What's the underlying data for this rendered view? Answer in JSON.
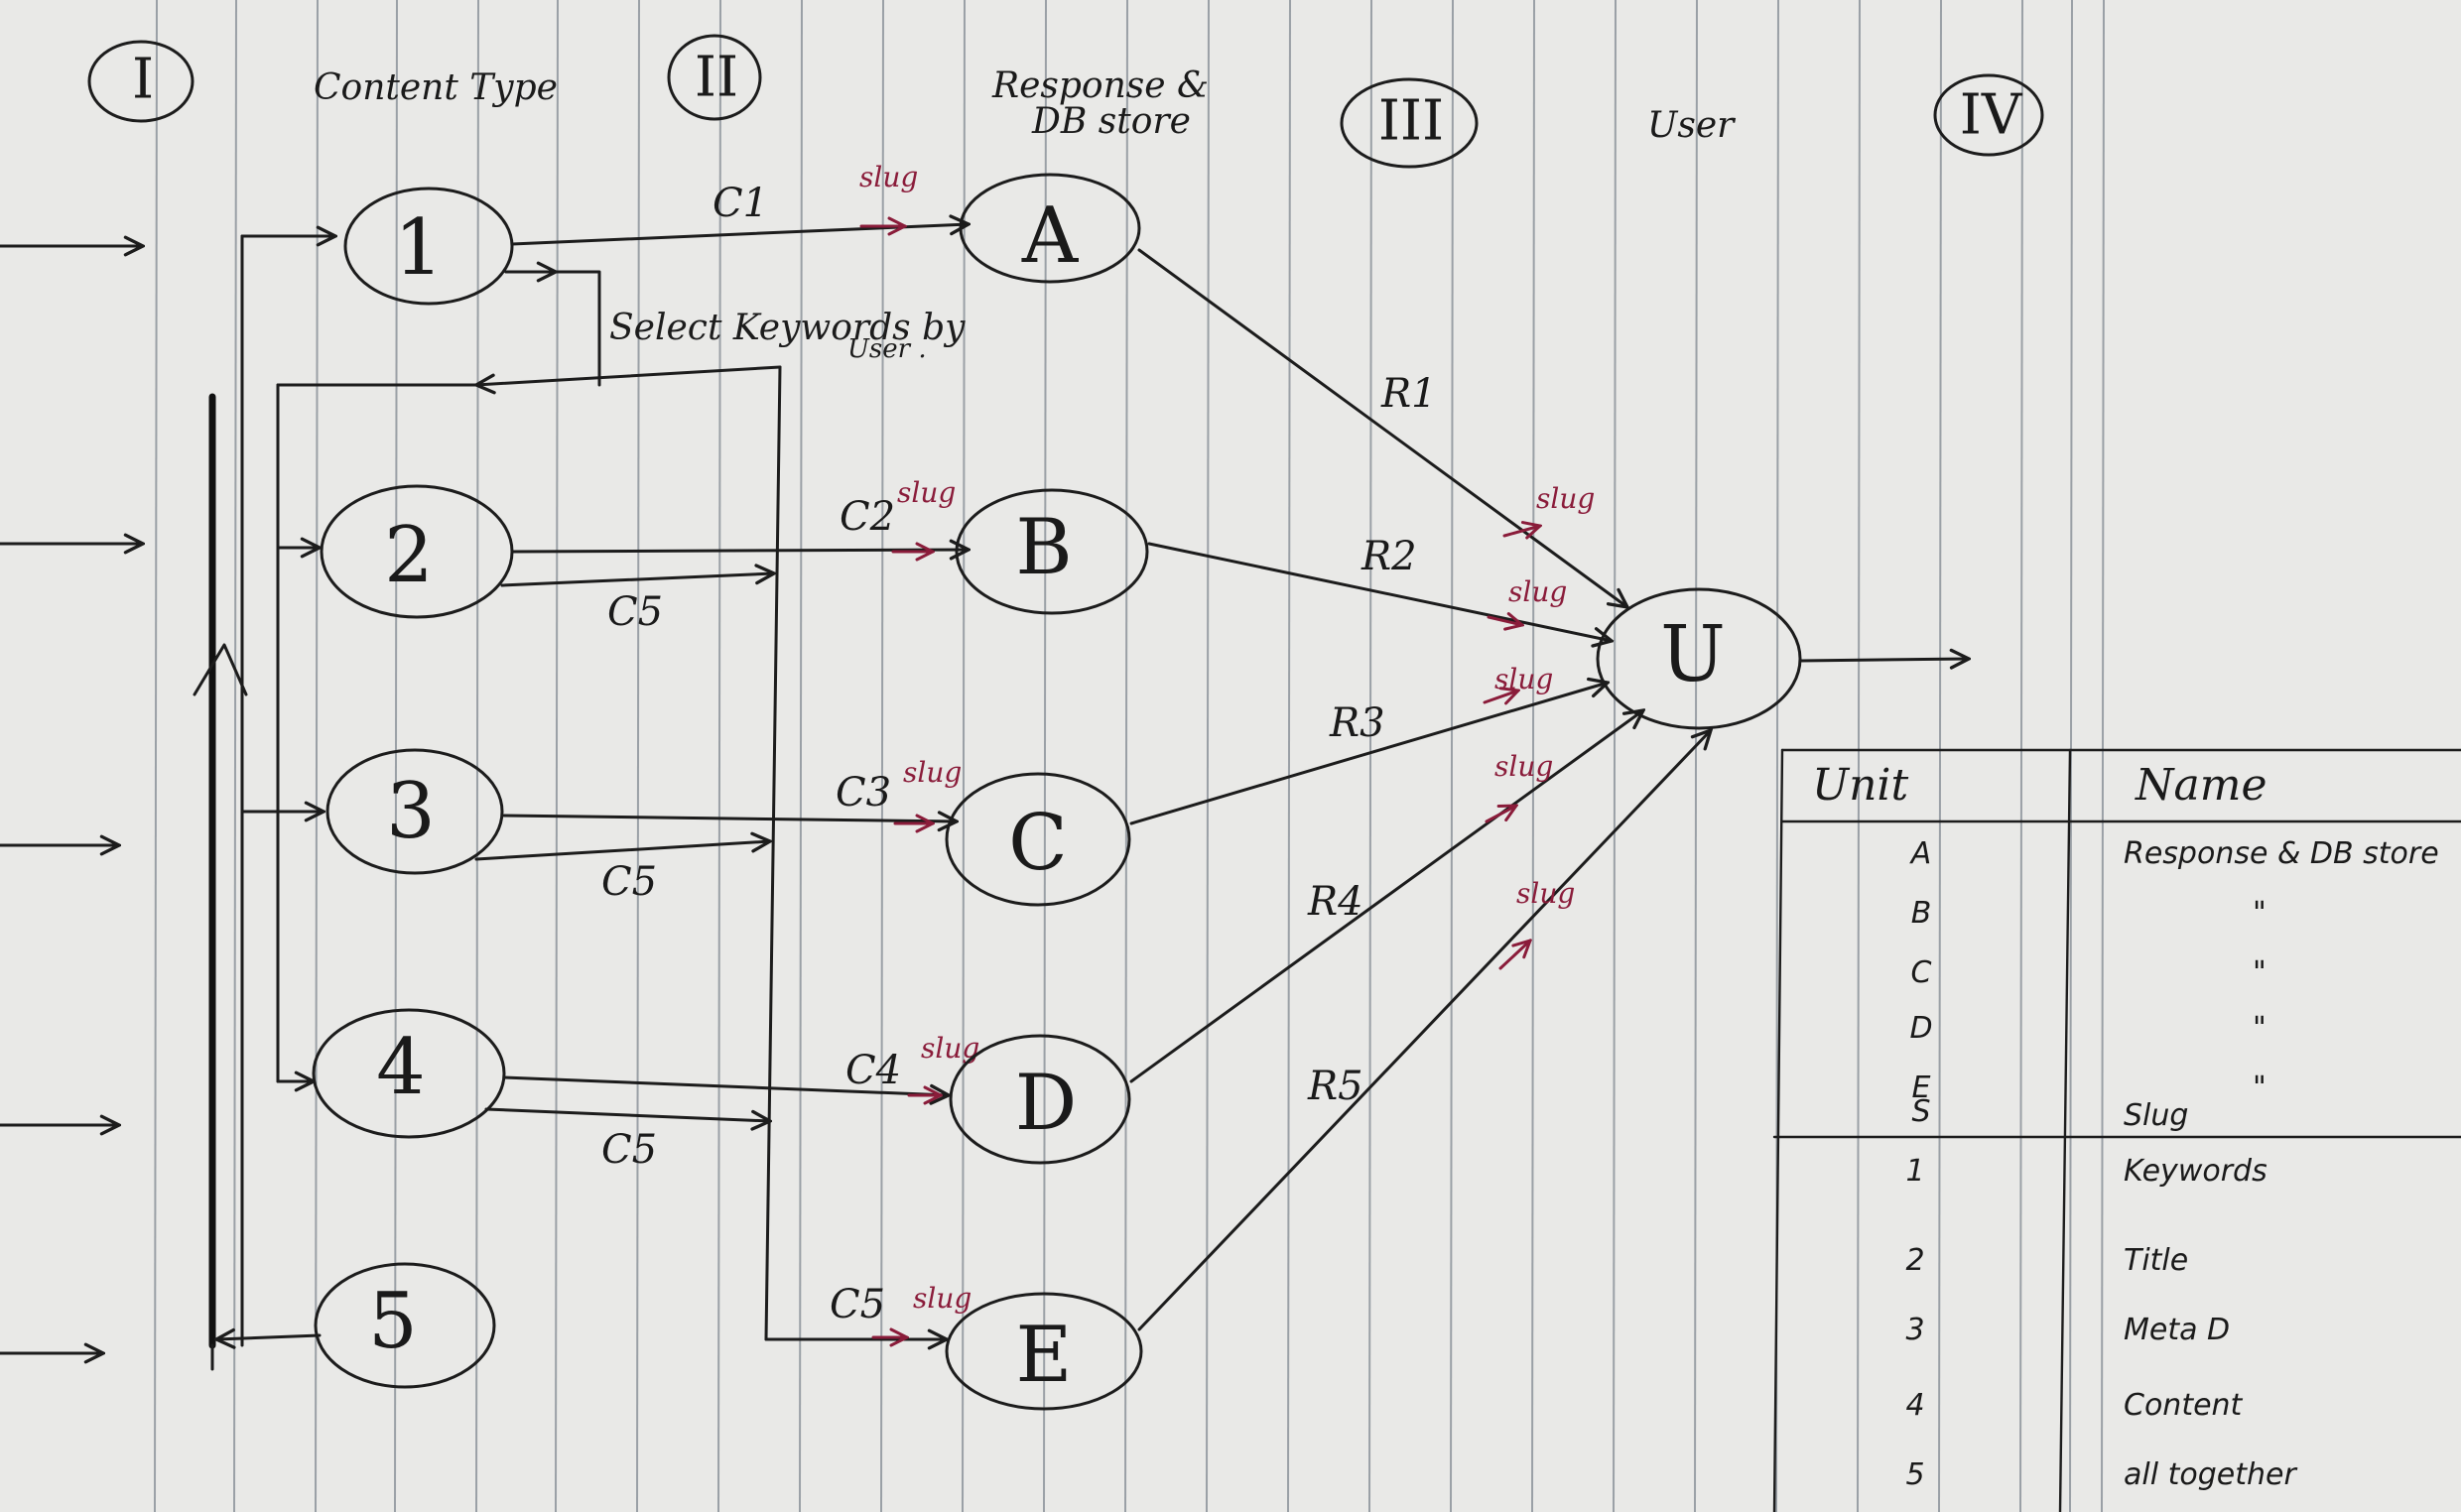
{
  "sections": [
    {
      "id": "section-1",
      "roman": "I",
      "header": "Content Type"
    },
    {
      "id": "section-2",
      "roman": "II",
      "header": "Response & DB store"
    },
    {
      "id": "section-3",
      "roman": "III",
      "header": "User"
    },
    {
      "id": "section-4",
      "roman": "IV",
      "header": ""
    }
  ],
  "header_lines": {
    "content_type": "Content Type",
    "response_line1": "Response &",
    "response_line2": "DB store",
    "user": "User"
  },
  "content_nodes": [
    "1",
    "2",
    "3",
    "4",
    "5"
  ],
  "response_nodes": [
    "A",
    "B",
    "C",
    "D",
    "E"
  ],
  "user_node": "U",
  "edge_labels": {
    "c": [
      "C1",
      "C2",
      "C3",
      "C4",
      "C5"
    ],
    "c5_branches": [
      "C5",
      "C5",
      "C5"
    ],
    "r": [
      "R1",
      "R2",
      "R3",
      "R4",
      "R5"
    ],
    "slug": "slug"
  },
  "note": {
    "line1": "Select Keywords by",
    "line2": "User ."
  },
  "legend": {
    "headers": [
      "Unit",
      "Name"
    ],
    "rows": [
      {
        "unit": "A",
        "name": "Response & DB store"
      },
      {
        "unit": "B",
        "name": "\""
      },
      {
        "unit": "C",
        "name": "\""
      },
      {
        "unit": "D",
        "name": "\""
      },
      {
        "unit": "E",
        "name": "\""
      },
      {
        "unit": "S",
        "name": "Slug"
      },
      {
        "unit": "1",
        "name": "Keywords"
      },
      {
        "unit": "2",
        "name": "Title"
      },
      {
        "unit": "3",
        "name": "Meta D"
      },
      {
        "unit": "4",
        "name": "Content"
      },
      {
        "unit": "5",
        "name": "all together"
      }
    ]
  },
  "colors": {
    "paper": "#e9e9e7",
    "ink": "#1c1c1c",
    "slug_ink": "#8a1c3a",
    "rule": "#9aa0a6"
  }
}
